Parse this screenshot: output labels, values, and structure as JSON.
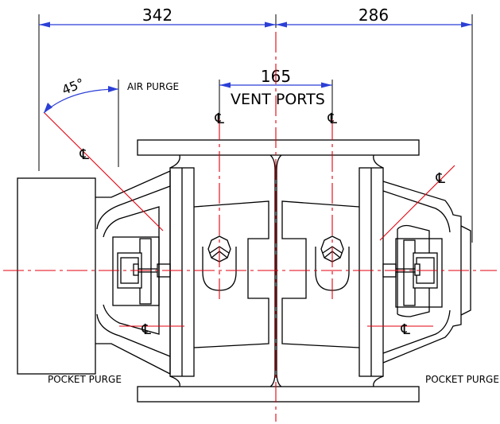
{
  "dimensions": {
    "left_width": "342",
    "right_width": "286",
    "vent_spacing": "165",
    "angle": "45°"
  },
  "labels": {
    "air_purge": "AIR PURGE",
    "vent_ports": "VENT PORTS",
    "pocket_purge_left": "POCKET PURGE",
    "pocket_purge_right": "POCKET PURGE"
  },
  "centerline_symbol": "℄",
  "colors": {
    "outline": "#000000",
    "dimension": "#2b3fd6",
    "centerline": "#e3000f"
  }
}
